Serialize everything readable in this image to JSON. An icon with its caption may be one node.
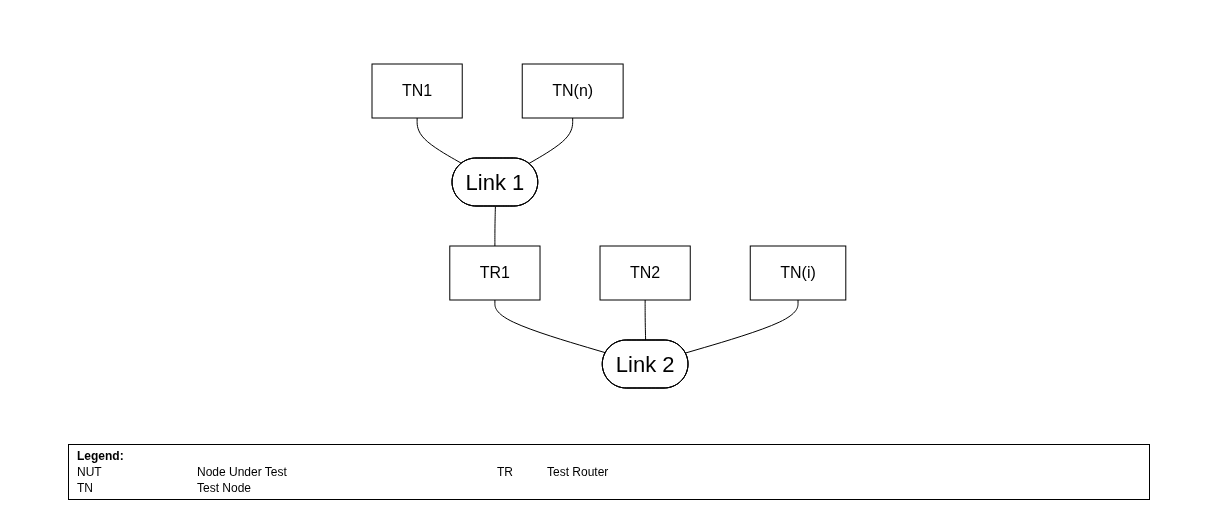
{
  "diagram": {
    "nodes": [
      {
        "text": [
          "TN1"
        ]
      },
      {
        "text": [
          "TN(n)"
        ]
      },
      {
        "text": [
          "TN2"
        ]
      },
      {
        "text": [
          "TN(i)"
        ]
      },
      {
        "text": [
          "Link 1"
        ]
      },
      {
        "text": [
          "TR1"
        ]
      },
      {
        "text": [
          "Link 2"
        ]
      }
    ],
    "edges": [
      {
        "from": 0,
        "to": 4,
        "arrow": "none"
      },
      {
        "from": 1,
        "to": 4,
        "arrow": "none"
      },
      {
        "from": 4,
        "to": 5,
        "arrow": "none"
      },
      {
        "from": 5,
        "to": 6,
        "arrow": "none"
      },
      {
        "from": 2,
        "to": 6,
        "arrow": "none"
      },
      {
        "from": 3,
        "to": 6,
        "arrow": "none"
      }
    ],
    "labels": [
      "Legend:",
      "NUT",
      "Node Under Test",
      "TR",
      "Test Router",
      "TN",
      "Test Node"
    ]
  }
}
